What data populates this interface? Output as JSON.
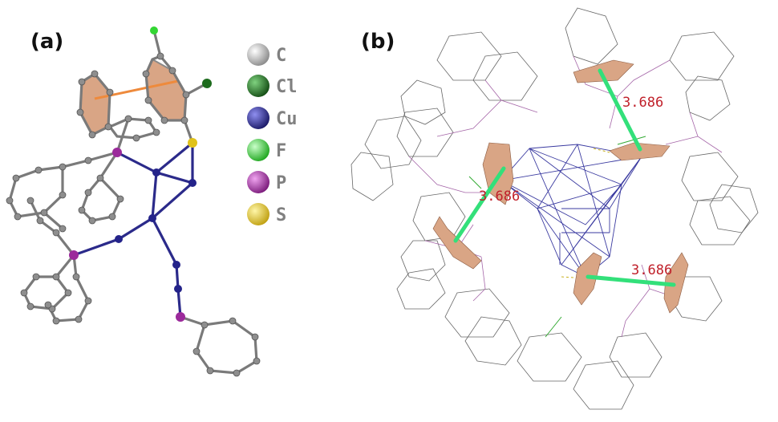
{
  "panels": {
    "a": {
      "label": "(a)"
    },
    "b": {
      "label": "(b)"
    }
  },
  "legend": {
    "items": [
      {
        "symbol": "C",
        "color": "#9a9a9a"
      },
      {
        "symbol": "Cl",
        "color": "#1d6b1d"
      },
      {
        "symbol": "Cu",
        "color": "#24238a"
      },
      {
        "symbol": "F",
        "color": "#33d633"
      },
      {
        "symbol": "P",
        "color": "#9b2a9b"
      },
      {
        "symbol": "S",
        "color": "#e0c21a"
      }
    ]
  },
  "distances": [
    {
      "value": "3.686"
    },
    {
      "value": "3.686"
    },
    {
      "value": "3.686"
    }
  ],
  "colors": {
    "stacking_line": "#ee8a3c",
    "contact_line": "#33e07a",
    "ring_plane": "#d9a585"
  }
}
